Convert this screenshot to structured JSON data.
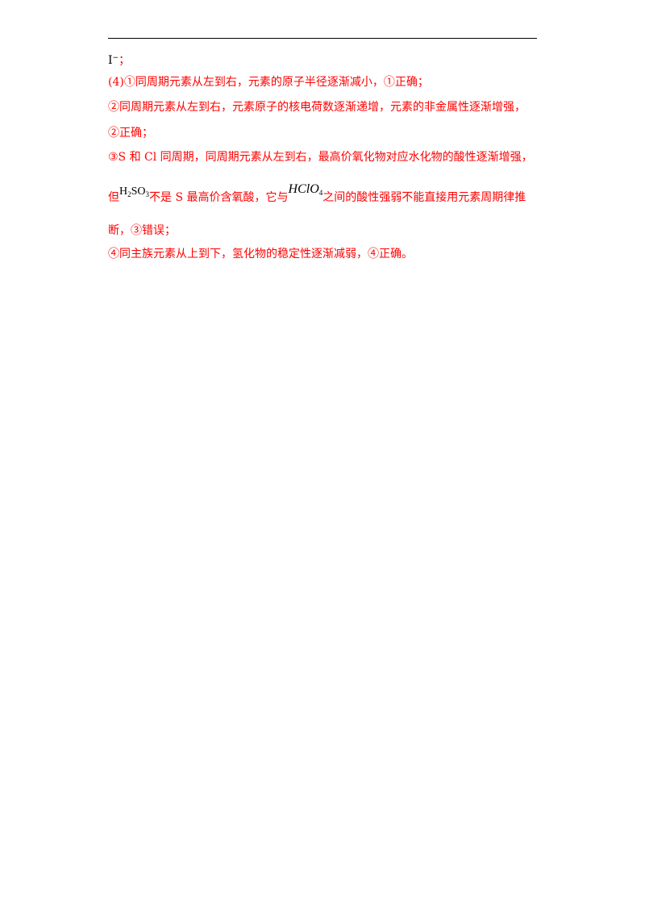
{
  "colors": {
    "answer_text": "#ff0000",
    "body_text": "#000000"
  },
  "lines": {
    "l0_main": "I",
    "l0_sup": "−",
    "l0_tail": "；",
    "l1": "(4)①同周期元素从左到右，元素的原子半径逐渐减小，①正确；",
    "l2": "②同周期元素从左到右，元素原子的核电荷数逐渐递增，元素的非金属性逐渐增强，",
    "l3": "②正确；",
    "l4": "③S 和 Cl 同周期，同周期元素从左到右，最高价氧化物对应水化物的酸性逐渐增强，",
    "l5_pre": "但",
    "l5_mid": "不是 S 最高价含氧酸，它与",
    "l5_post": "之间的酸性强弱不能直接用元素周期律推",
    "l6": "断，③错误；",
    "l7": "④同主族元素从上到下，氢化物的稳定性逐渐减弱，④正确。"
  },
  "formulas": {
    "h2so3": {
      "a": "H",
      "sub1": "2",
      "b": "SO",
      "sub2": "3"
    },
    "hclo4": {
      "a": "HClO",
      "sub": "4"
    }
  }
}
